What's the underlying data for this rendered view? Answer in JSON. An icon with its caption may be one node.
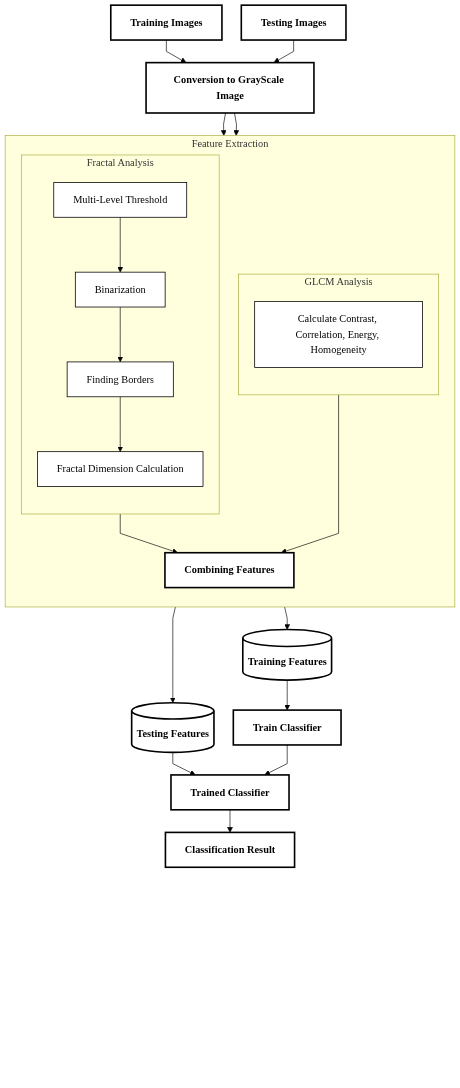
{
  "diagram": {
    "nodes": [
      {
        "text": [
          "Training Images"
        ]
      },
      {
        "text": [
          "Testing Images"
        ]
      },
      {
        "text": [
          "Conversion to GrayScale Image"
        ]
      },
      {
        "text": [
          "Feature Extraction"
        ]
      },
      {
        "text": [
          "Fractal Analysis"
        ],
        "in": 3
      },
      {
        "text": [
          "Multi-Level Threshold"
        ],
        "in": 4
      },
      {
        "text": [
          "Binarization"
        ],
        "in": 4
      },
      {
        "text": [
          "Finding Borders"
        ],
        "in": 4
      },
      {
        "text": [
          "Fractal Dimension Calculation"
        ],
        "in": 4
      },
      {
        "text": [
          "GLCM Analysis"
        ],
        "in": 3
      },
      {
        "text": [
          "Calculate Contrast, Correlation, Energy, Homogeneity"
        ],
        "in": 9
      },
      {
        "text": [
          "Combining Features"
        ],
        "in": 3
      },
      {
        "text": [
          "Training Features"
        ]
      },
      {
        "text": [
          "Testing Features"
        ]
      },
      {
        "text": [
          "Train Classifier"
        ]
      },
      {
        "text": [
          "Trained Classifier"
        ]
      },
      {
        "text": [
          "Classification Result"
        ]
      }
    ],
    "edges": [
      {
        "from": 0,
        "to": 2,
        "arrow": "to"
      },
      {
        "from": 1,
        "to": 2,
        "arrow": "to"
      },
      {
        "from": 2,
        "to": 3,
        "arrow": "to"
      },
      {
        "from": 2,
        "to": 3,
        "arrow": "to"
      },
      {
        "from": 5,
        "to": 6,
        "arrow": "to"
      },
      {
        "from": 6,
        "to": 7,
        "arrow": "to"
      },
      {
        "from": 7,
        "to": 8,
        "arrow": "to"
      },
      {
        "from": 4,
        "to": 11,
        "arrow": "to"
      },
      {
        "from": 9,
        "to": 11,
        "arrow": "to"
      },
      {
        "from": 3,
        "to": 12,
        "arrow": "to"
      },
      {
        "from": 3,
        "to": 13,
        "arrow": "to"
      },
      {
        "from": 12,
        "to": 14,
        "arrow": "to"
      },
      {
        "from": 13,
        "to": 15,
        "arrow": "to"
      },
      {
        "from": 14,
        "to": 15,
        "arrow": "to"
      },
      {
        "from": 15,
        "to": 16,
        "arrow": "to"
      }
    ]
  }
}
